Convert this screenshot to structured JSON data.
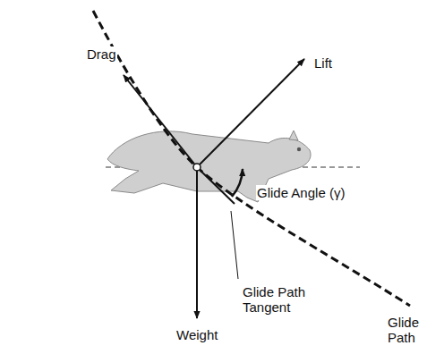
{
  "diagram": {
    "labels": [
      "Drag",
      "Lift",
      "Glide Angle (γ)",
      "Glide Path Tangent",
      "Glide Path",
      "Weight"
    ]
  }
}
